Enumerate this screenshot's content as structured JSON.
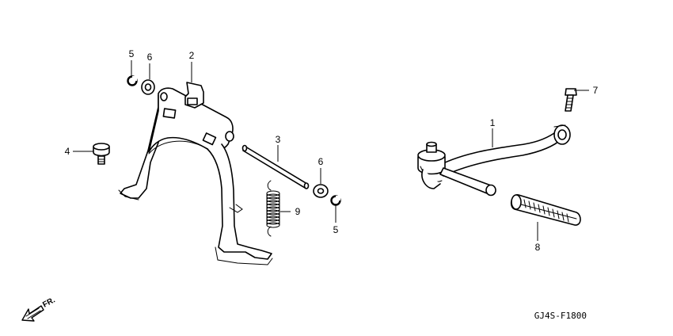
{
  "diagram_code": "GJ4S-F1800",
  "direction_label": "FR.",
  "callouts": {
    "c1": "1",
    "c2": "2",
    "c3": "3",
    "c4": "4",
    "c5a": "5",
    "c5b": "5",
    "c6a": "6",
    "c6b": "6",
    "c7": "7",
    "c8": "8",
    "c9": "9"
  }
}
